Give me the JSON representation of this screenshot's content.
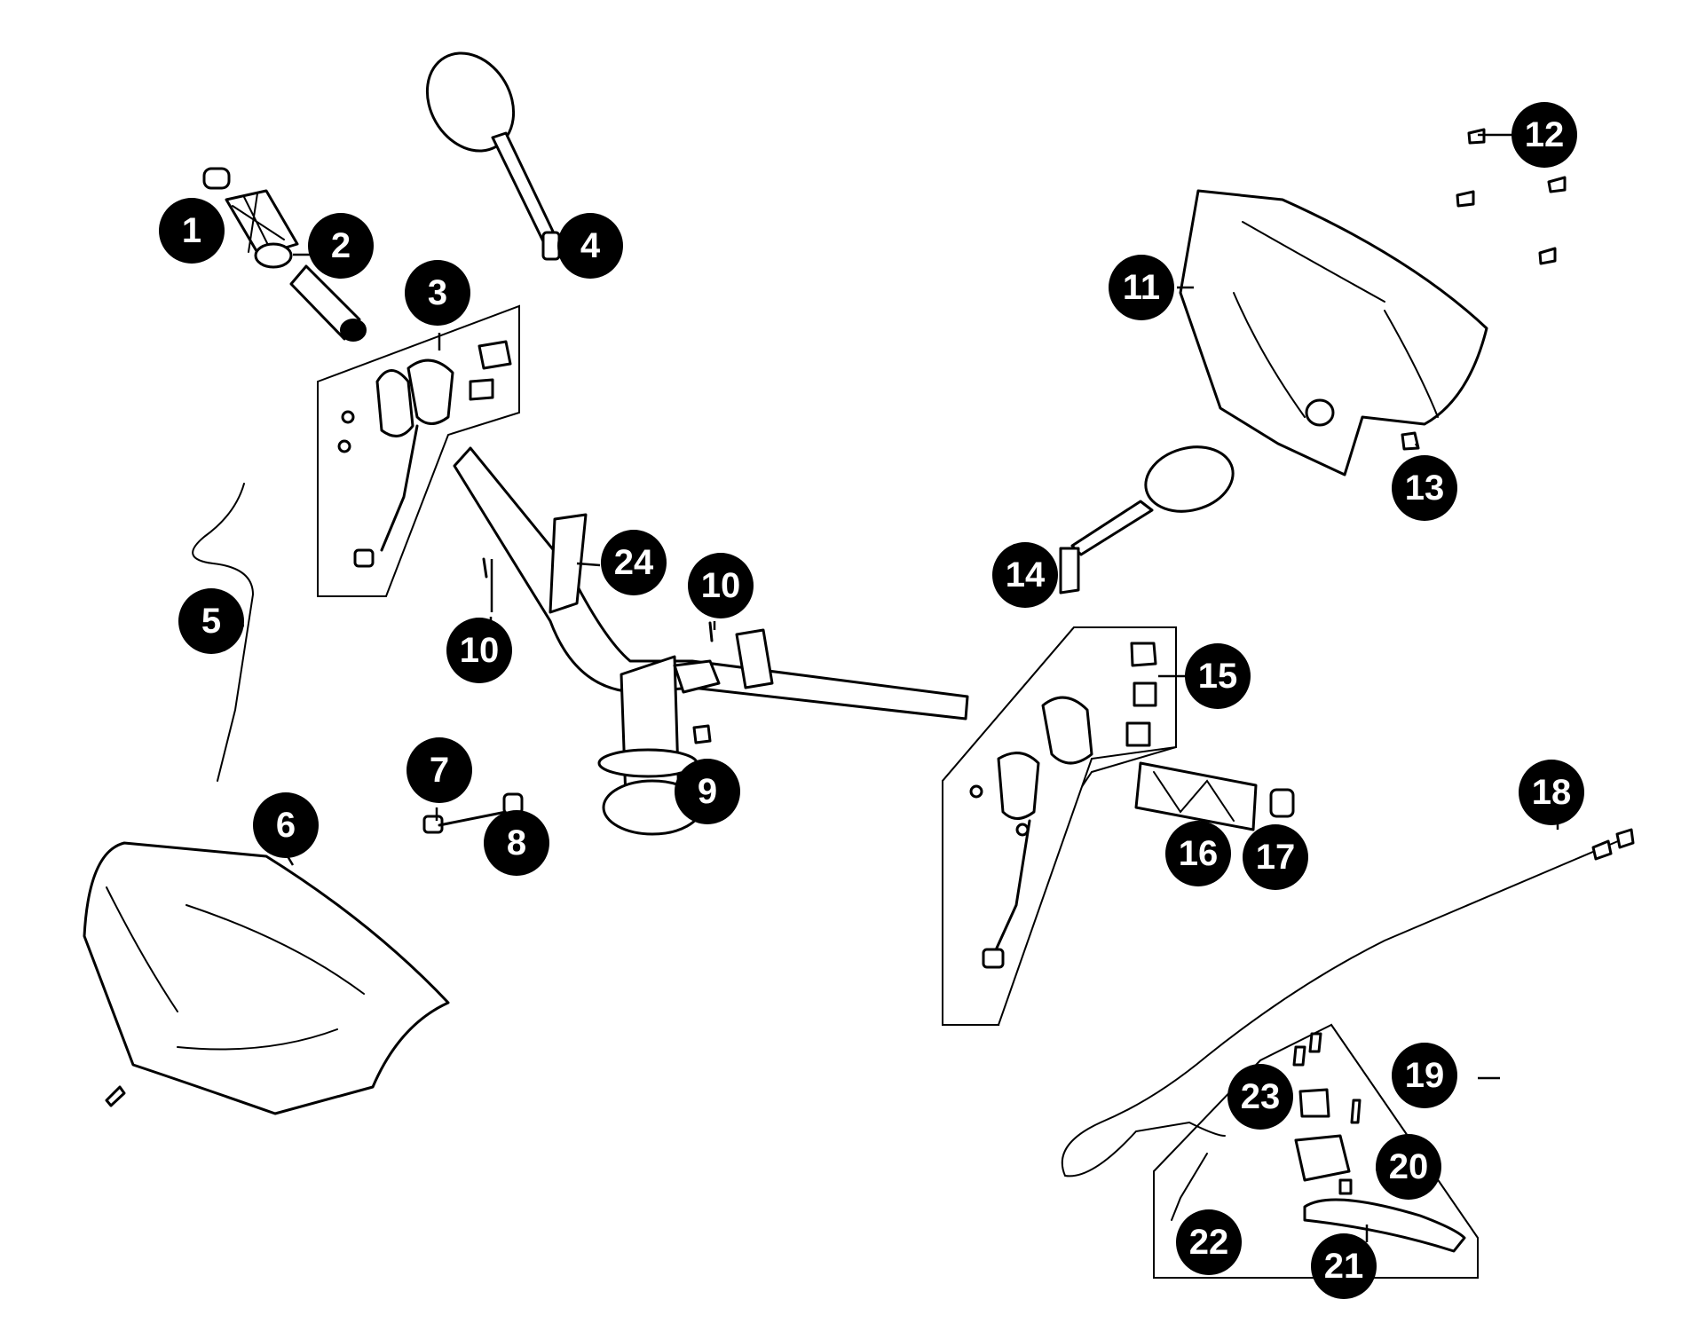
{
  "callouts": [
    {
      "id": "c1",
      "label": "1"
    },
    {
      "id": "c2",
      "label": "2"
    },
    {
      "id": "c3",
      "label": "3"
    },
    {
      "id": "c4",
      "label": "4"
    },
    {
      "id": "c5",
      "label": "5"
    },
    {
      "id": "c6",
      "label": "6"
    },
    {
      "id": "c7",
      "label": "7"
    },
    {
      "id": "c8",
      "label": "8"
    },
    {
      "id": "c9",
      "label": "9"
    },
    {
      "id": "c10a",
      "label": "10"
    },
    {
      "id": "c10b",
      "label": "10"
    },
    {
      "id": "c11",
      "label": "11"
    },
    {
      "id": "c12",
      "label": "12"
    },
    {
      "id": "c13",
      "label": "13"
    },
    {
      "id": "c14",
      "label": "14"
    },
    {
      "id": "c15",
      "label": "15"
    },
    {
      "id": "c16",
      "label": "16"
    },
    {
      "id": "c17",
      "label": "17"
    },
    {
      "id": "c18",
      "label": "18"
    },
    {
      "id": "c19",
      "label": "19"
    },
    {
      "id": "c20",
      "label": "20"
    },
    {
      "id": "c21",
      "label": "21"
    },
    {
      "id": "c22",
      "label": "22"
    },
    {
      "id": "c23",
      "label": "23"
    },
    {
      "id": "c24",
      "label": "24"
    }
  ]
}
